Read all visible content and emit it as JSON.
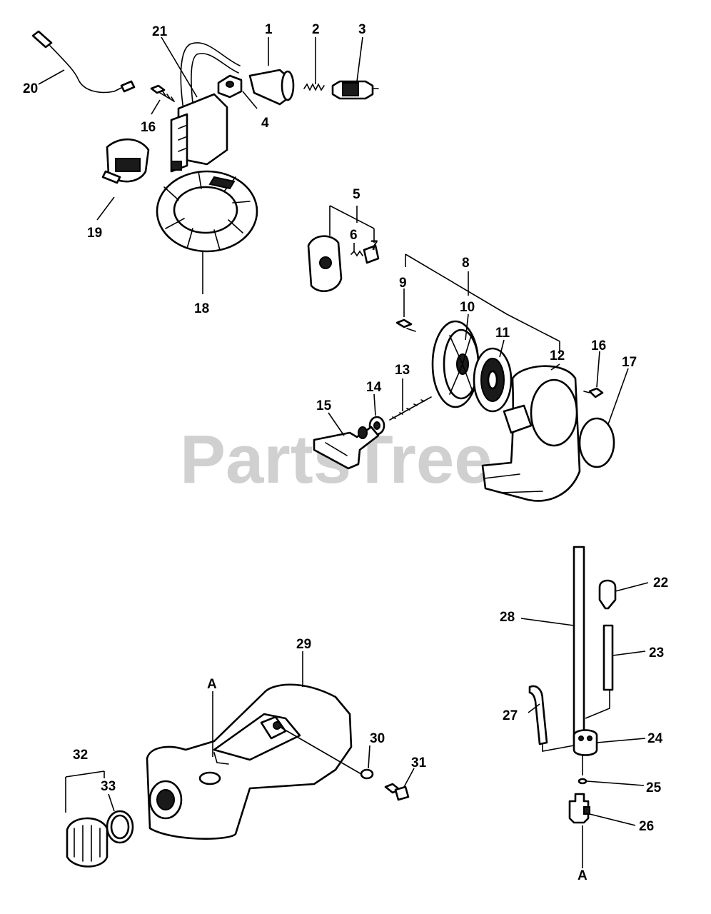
{
  "watermark": "PartsTree",
  "labels": {
    "n1": "1",
    "n2": "2",
    "n3": "3",
    "n4": "4",
    "n5": "5",
    "n6": "6",
    "n7": "7",
    "n8": "8",
    "n9": "9",
    "n10": "10",
    "n11": "11",
    "n12": "12",
    "n13": "13",
    "n14": "14",
    "n15": "15",
    "n16a": "16",
    "n16b": "16",
    "n17": "17",
    "n18": "18",
    "n19": "19",
    "n20": "20",
    "n21": "21",
    "n22": "22",
    "n23": "23",
    "n24": "24",
    "n25": "25",
    "n26": "26",
    "n27": "27",
    "n28": "28",
    "n29": "29",
    "n30": "30",
    "n31": "31",
    "n32": "32",
    "n33": "33",
    "refA1": "A",
    "refA2": "A"
  }
}
